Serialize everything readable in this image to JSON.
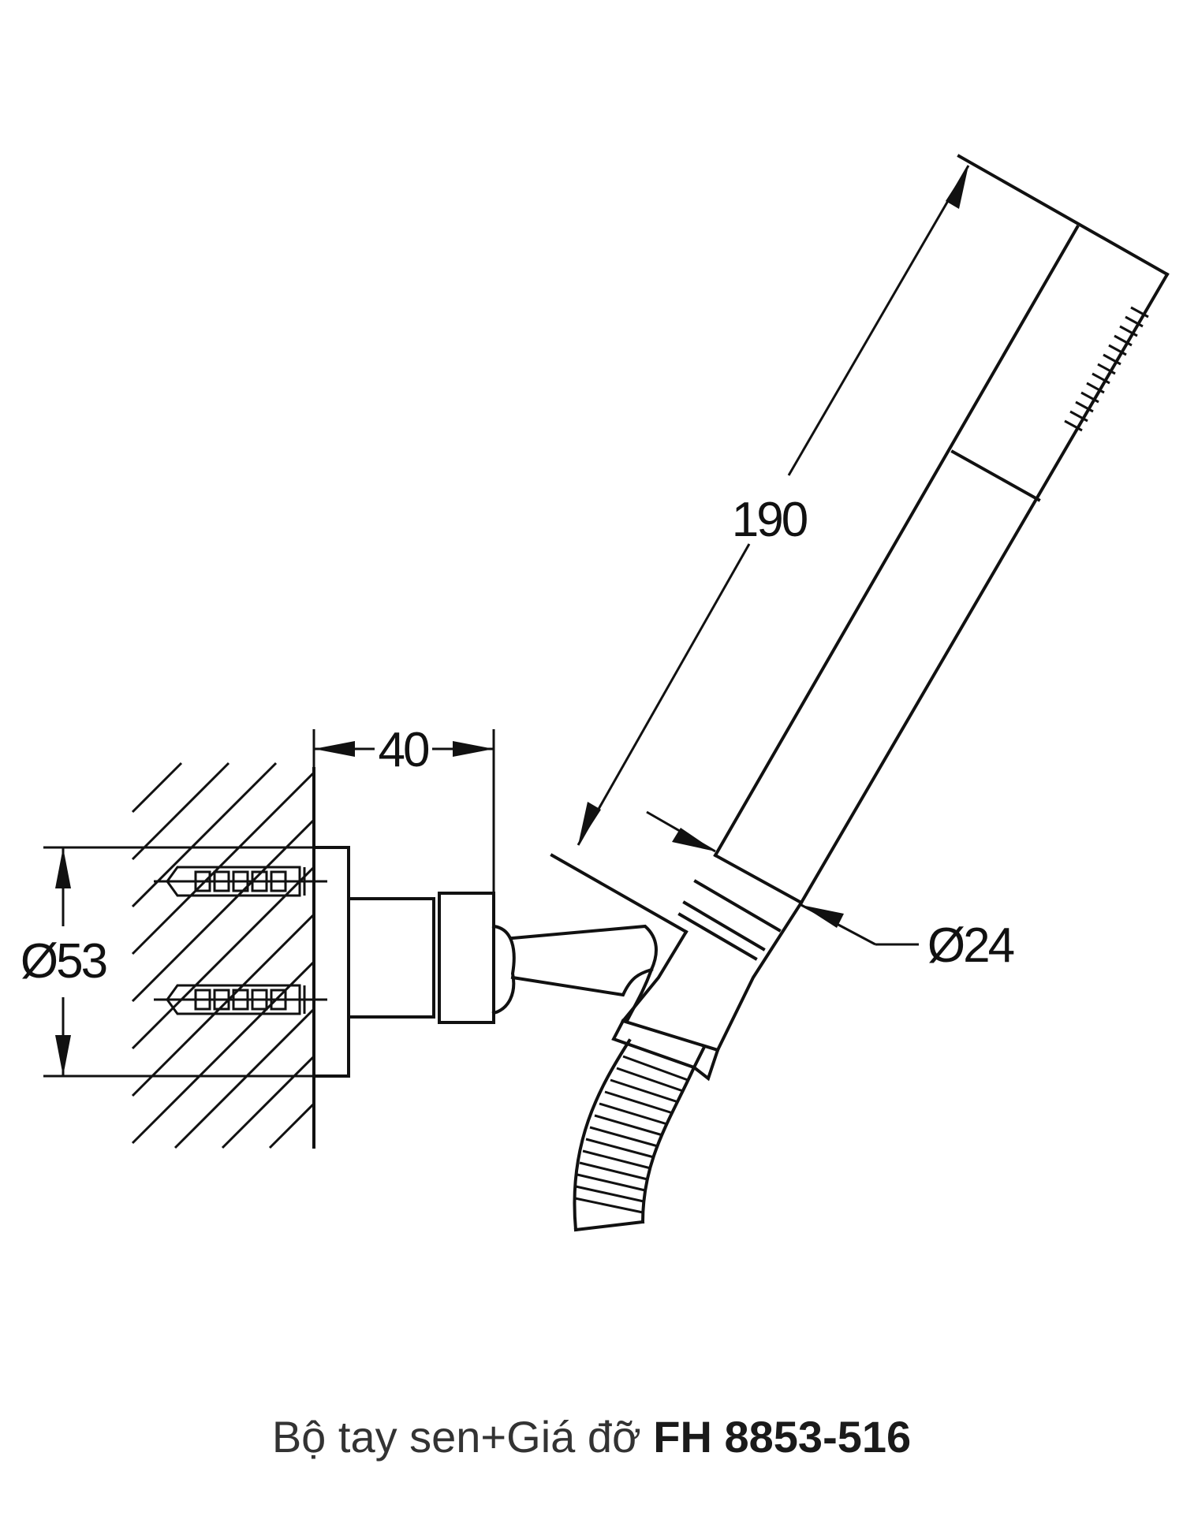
{
  "dimensions": {
    "length": "190",
    "depth": "40",
    "plate_diameter": "Ø53",
    "handle_diameter": "Ø24"
  },
  "caption": {
    "name": "Bộ tay sen+Giá đỡ",
    "model": "FH 8853-516"
  }
}
